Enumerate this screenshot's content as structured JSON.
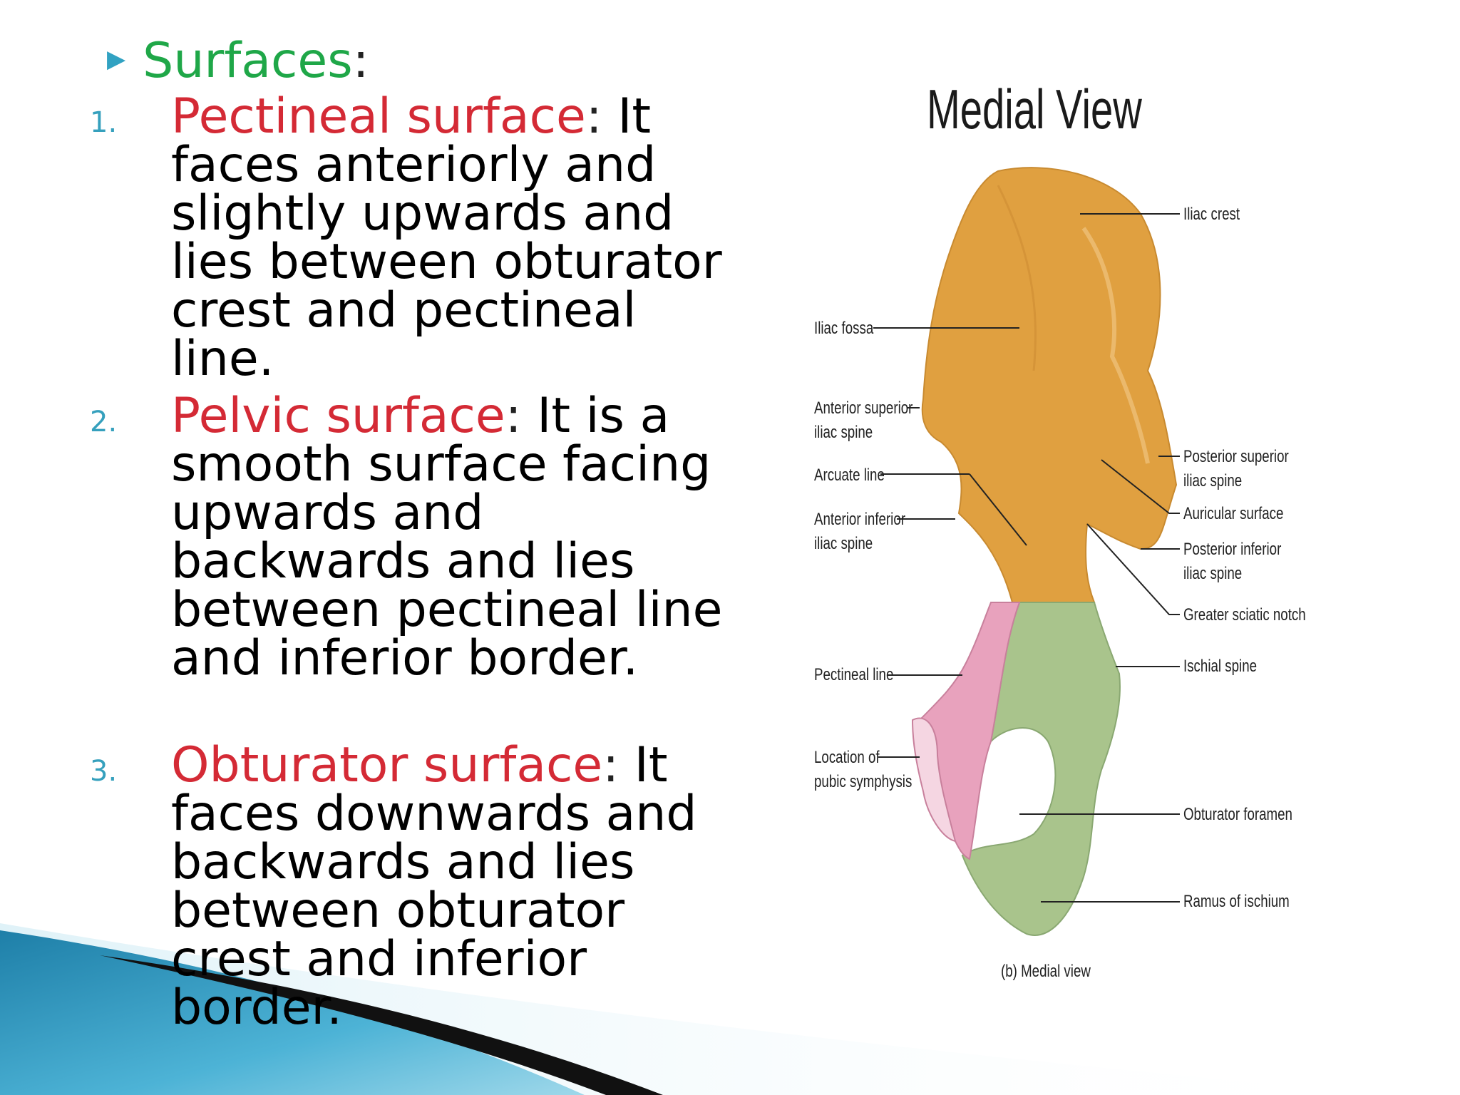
{
  "heading": {
    "label": "Surfaces",
    "colon": ":"
  },
  "items": [
    {
      "number": "1.",
      "term": "Pectineal surface",
      "colon": ":",
      "text": " It faces anteriorly and slightly upwards and lies between obturator crest and pectineal line."
    },
    {
      "number": "2.",
      "term": "Pelvic surface",
      "colon": ":",
      "text": " It is a smooth surface facing upwards and backwards and lies between pectineal line and inferior border."
    },
    {
      "number": "3.",
      "term": "Obturator surface",
      "colon": ":",
      "text": " It faces downwards and backwards  and lies between obturator crest and inferior border."
    }
  ],
  "diagram": {
    "title": "Medial View",
    "caption": "(b) Medial view",
    "labels": {
      "iliac_crest": "Iliac crest",
      "iliac_fossa": "Iliac fossa",
      "asis_1": "Anterior superior",
      "asis_2": "iliac spine",
      "arcuate_line": "Arcuate line",
      "aiis_1": "Anterior inferior",
      "aiis_2": "iliac spine",
      "psis_1": "Posterior superior",
      "psis_2": "iliac spine",
      "auricular_surface": "Auricular surface",
      "piis_1": "Posterior inferior",
      "piis_2": "iliac spine",
      "greater_sciatic_notch": "Greater sciatic notch",
      "ischial_spine": "Ischial spine",
      "pectineal_line": "Pectineal line",
      "pubic_symphysis_1": "Location of",
      "pubic_symphysis_2": "pubic symphysis",
      "obturator_foramen": "Obturator foramen",
      "ramus_ischium": "Ramus of ischium"
    },
    "colors": {
      "ilium": "#e0a040",
      "ischium": "#a9c48c",
      "pubis": "#e8a2bd"
    }
  },
  "colors": {
    "term": "#d42a35",
    "heading": "#1fa748",
    "numbers": "#35a0bd"
  }
}
